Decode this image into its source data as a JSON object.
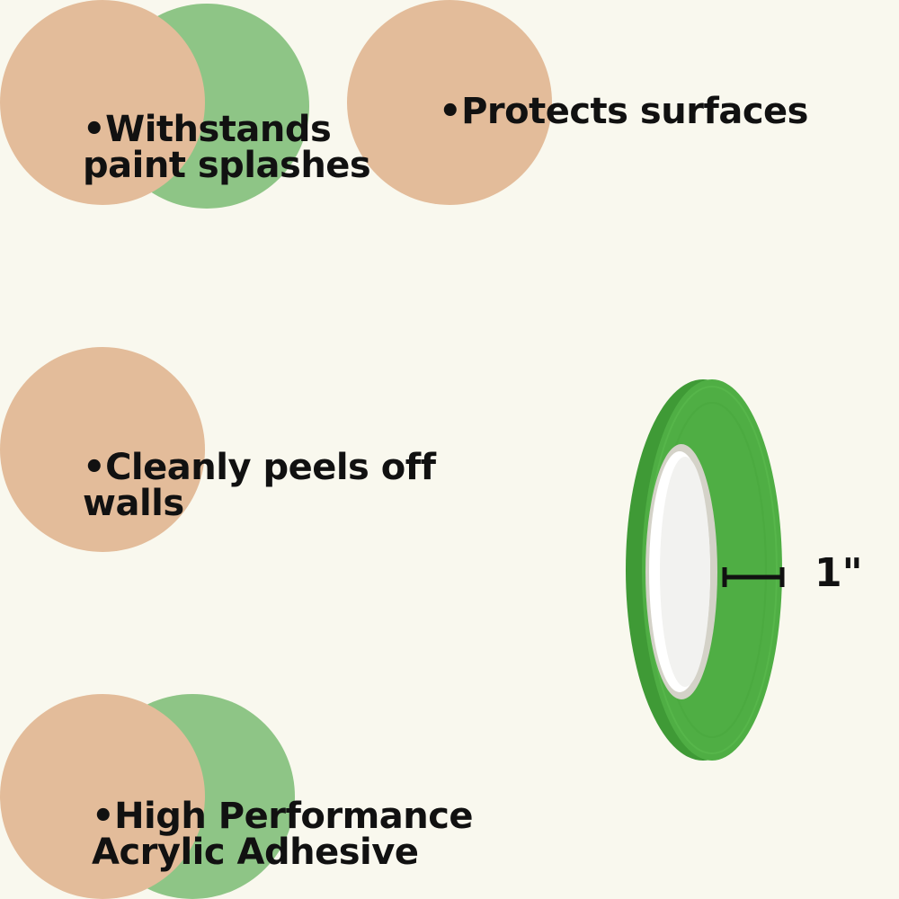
{
  "colors": {
    "background": "#f9f8ee",
    "peach": "#e3bc9a",
    "green": "#8ec586",
    "tape_green": "#4fae44",
    "text": "#111111"
  },
  "features": [
    {
      "lines": [
        "•Withstands",
        "paint splashes"
      ]
    },
    {
      "lines": [
        "•Protects surfaces"
      ]
    },
    {
      "lines": [
        "•Cleanly peels off",
        "walls"
      ]
    },
    {
      "lines": [
        "•High Performance",
        "Acrylic Adhesive"
      ]
    }
  ],
  "product": {
    "image": "green-masking-tape-roll",
    "width_label": "1\""
  }
}
